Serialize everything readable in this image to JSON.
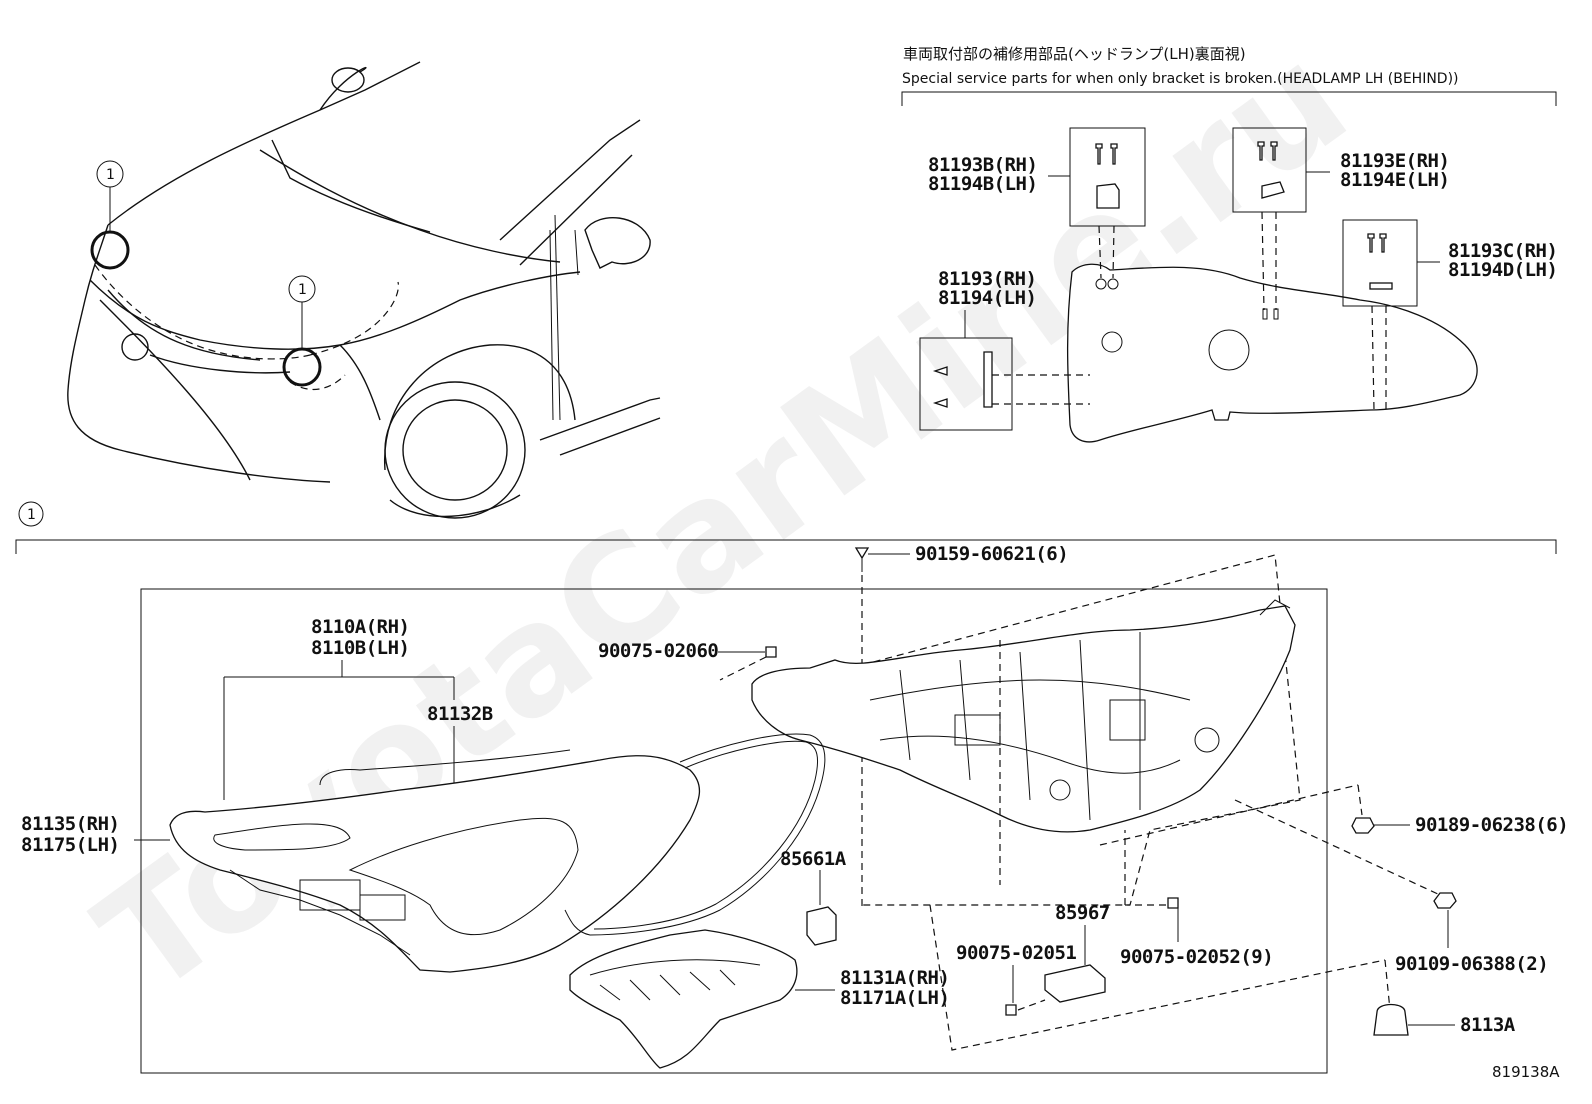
{
  "header": {
    "title_jp": "車両取付部の補修用部品(ヘッドランプ(LH)裏面視)",
    "title_en": "Special service parts for when only bracket is broken.(HEADLAMP LH (BEHIND))"
  },
  "callouts": {
    "vehicle_1": "1",
    "vehicle_2": "1",
    "section": "1"
  },
  "bracket_parts": {
    "b_rh": "81193B(RH)",
    "b_lh": "81194B(LH)",
    "e_rh": "81193E(RH)",
    "e_lh": "81194E(LH)",
    "c_rh": "81193C(RH)",
    "d_lh": "81194D(LH)",
    "base_rh": "81193(RH)",
    "base_lh": "81194(LH)"
  },
  "parts": {
    "screw_top": "90159-60621(6)",
    "screw_02060": "90075-02060",
    "unit_rh": "8110A(RH)",
    "unit_lh": "8110B(LH)",
    "lens": "81132B",
    "housing_rh": "81135(RH)",
    "housing_lh": "81175(LH)",
    "connector": "85661A",
    "module": "85967",
    "screw_02051": "90075-02051",
    "screw_02052": "90075-02052(9)",
    "cover_rh": "81131A(RH)",
    "cover_lh": "81171A(LH)",
    "clip_06238": "90189-06238(6)",
    "screw_06388": "90109-06388(2)",
    "cap": "8113A"
  },
  "diagram_code": "819138A",
  "watermark": "ToyotaCarMine.ru"
}
